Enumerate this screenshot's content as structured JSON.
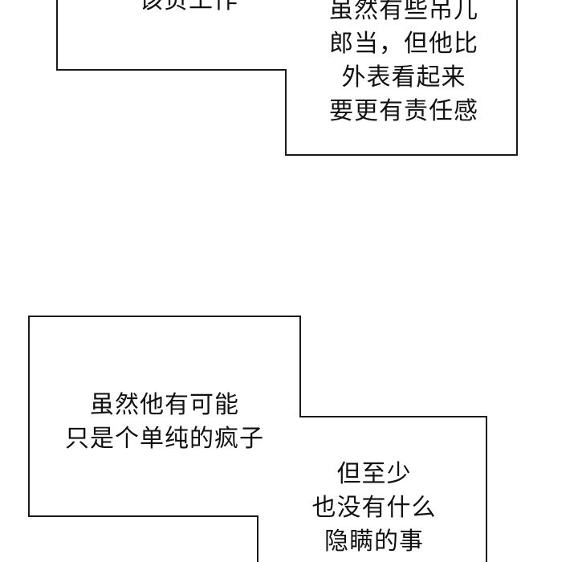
{
  "top_bubble": {
    "left_partial_text": "该负工作",
    "right_lines": [
      "虽然有些吊儿",
      "郎当，但他比",
      "外表看起来",
      "要更有责任感"
    ]
  },
  "bottom_bubble": {
    "left_lines": [
      "虽然他有可能",
      "只是个单纯的疯子"
    ],
    "right_lines": [
      "但至少",
      "也没有什么",
      "隐瞒的事"
    ]
  },
  "colors": {
    "background": "#ffffff",
    "border": "#1a1a1a",
    "text": "#111111"
  }
}
